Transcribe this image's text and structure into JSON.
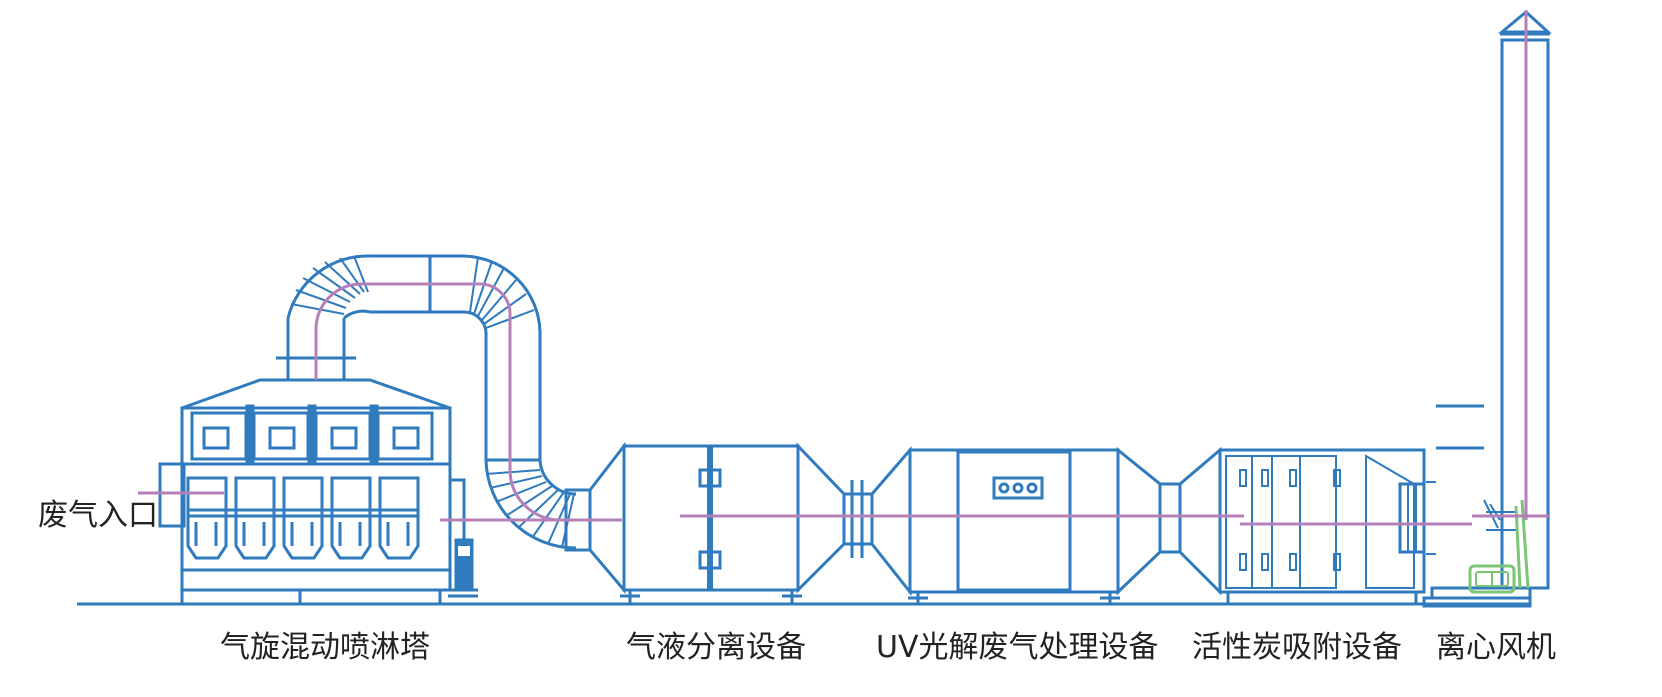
{
  "diagram": {
    "inlet_label": "废气入口",
    "stages": [
      {
        "name": "气旋混动喷淋塔"
      },
      {
        "name": "气液分离设备"
      },
      {
        "name": "UV光解废气处理设备"
      },
      {
        "name": "活性炭吸附设备"
      },
      {
        "name": "离心风机"
      }
    ]
  },
  "colors": {
    "equipment": "#2f7bbd",
    "airflow": "#b57fb8",
    "fan": "#7cc576",
    "text": "#222222"
  }
}
